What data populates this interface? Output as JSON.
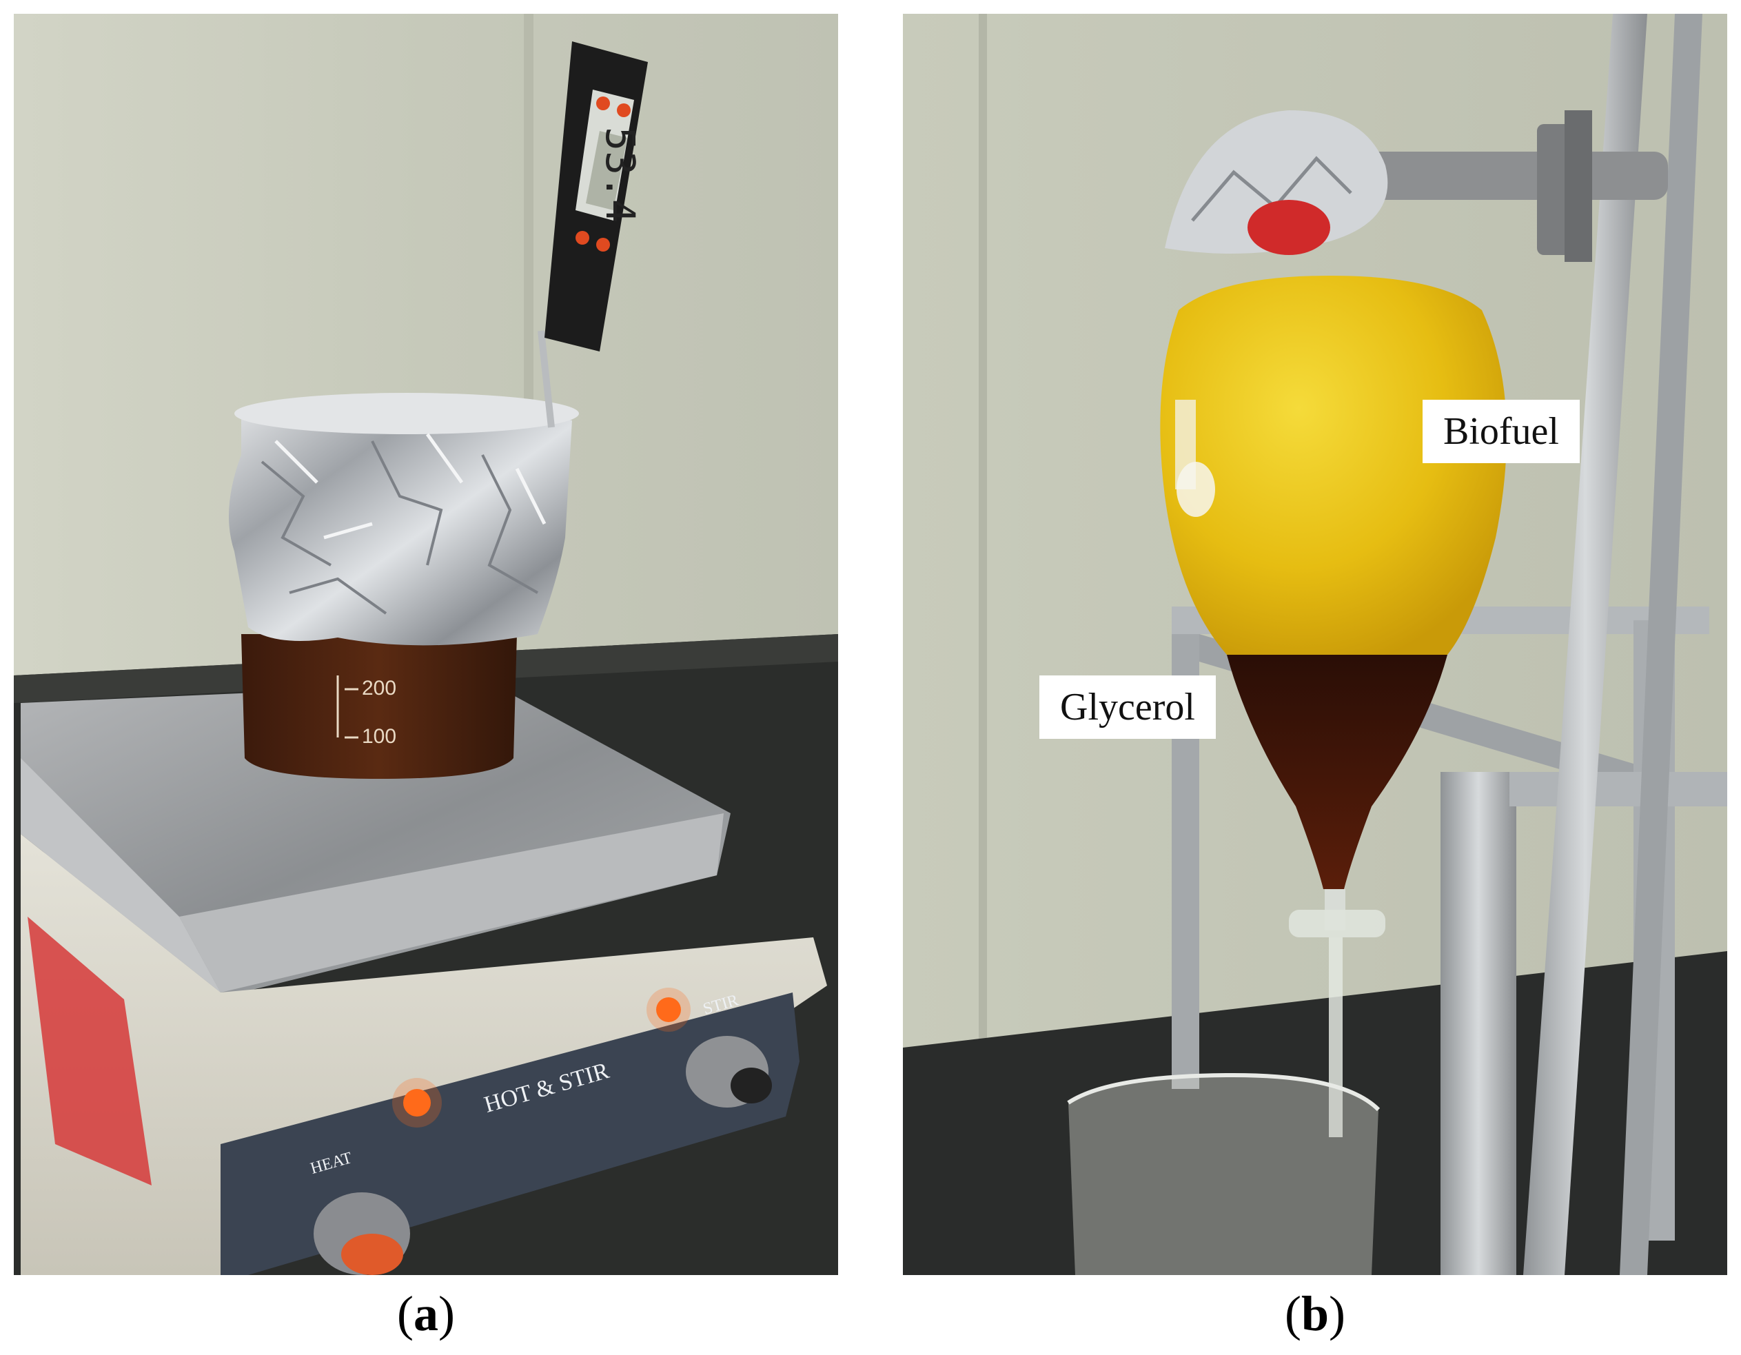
{
  "figure": {
    "panels": [
      {
        "id": "a",
        "caption_open": "(",
        "caption_letter": "a",
        "caption_close": ")",
        "scene": {
          "thermometer_reading": "53.4",
          "beaker_marks": [
            "200",
            "100"
          ],
          "hotplate_brand": "HOT & STIR",
          "knob_labels": [
            "HEAT",
            "STIR"
          ]
        }
      },
      {
        "id": "b",
        "caption_open": "(",
        "caption_letter": "b",
        "caption_close": ")",
        "labels": [
          "Biofuel",
          "Glycerol"
        ]
      }
    ],
    "colors": {
      "biofuel": "#e8c31a",
      "glycerol": "#3a140a",
      "foil": "#cfd2d6",
      "bench": "#2a2c2a",
      "wall": "#c9cbbd"
    }
  }
}
